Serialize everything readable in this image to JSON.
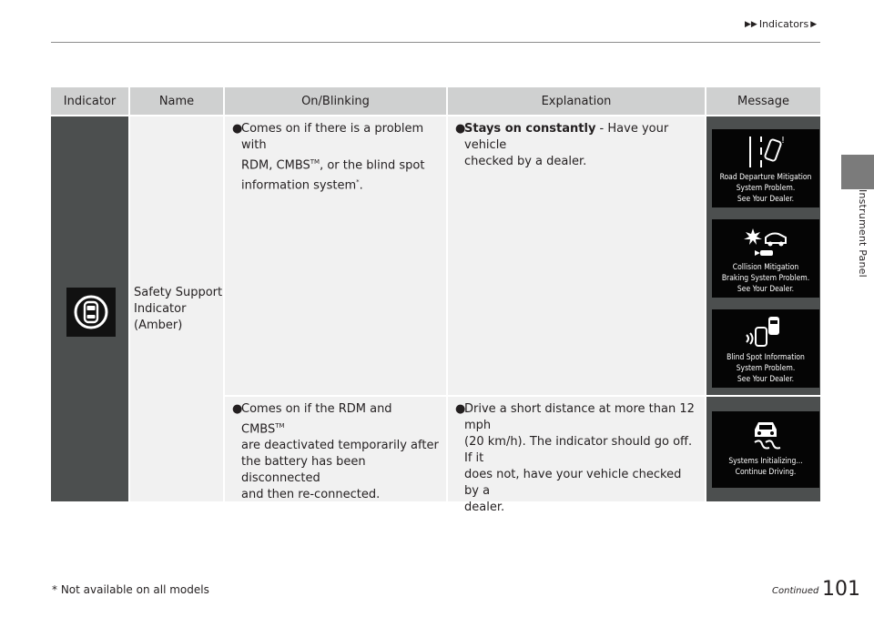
{
  "breadcrumb": {
    "section": "Indicators"
  },
  "side_tab": {
    "label": "Instrument Panel"
  },
  "table": {
    "headers": [
      "Indicator",
      "Name",
      "On/Blinking",
      "Explanation",
      "Message"
    ],
    "name": {
      "line1": "Safety Support",
      "line2": "Indicator",
      "line3": "(Amber)"
    },
    "row1": {
      "on_l1": "Comes on if there is a problem with",
      "on_l2a": "RDM, CMBS",
      "on_tm": "TM",
      "on_l2b": ", or the blind spot",
      "on_l3": "information system",
      "on_star": "*",
      "on_l3b": ".",
      "exp_bold": "Stays on constantly",
      "exp_l1b": " - Have your vehicle",
      "exp_l2": "checked by a dealer."
    },
    "row2": {
      "on_l1a": "Comes on if the RDM and CMBS",
      "on_tm": "TM",
      "on_l2": "are deactivated temporarily after",
      "on_l3": "the battery has been disconnected",
      "on_l4": "and then re-connected.",
      "exp_l1": "Drive a short distance at more than 12 mph",
      "exp_l2": "(20 km/h). The indicator should go off. If it",
      "exp_l3": "does not, have your vehicle checked by a",
      "exp_l4": "dealer."
    },
    "messages": {
      "m1": [
        "Road Departure Mitigation",
        "System Problem.",
        "See Your Dealer."
      ],
      "m2": [
        "Collision Mitigation",
        "Braking System Problem.",
        "See Your Dealer."
      ],
      "m3": [
        "Blind Spot Information",
        "System Problem.",
        "See Your Dealer."
      ],
      "m4": [
        "Systems Initializing...",
        "Continue Driving."
      ]
    }
  },
  "footer": {
    "footnote": "* Not available on all models",
    "continued": "Continued",
    "page_number": "101"
  }
}
